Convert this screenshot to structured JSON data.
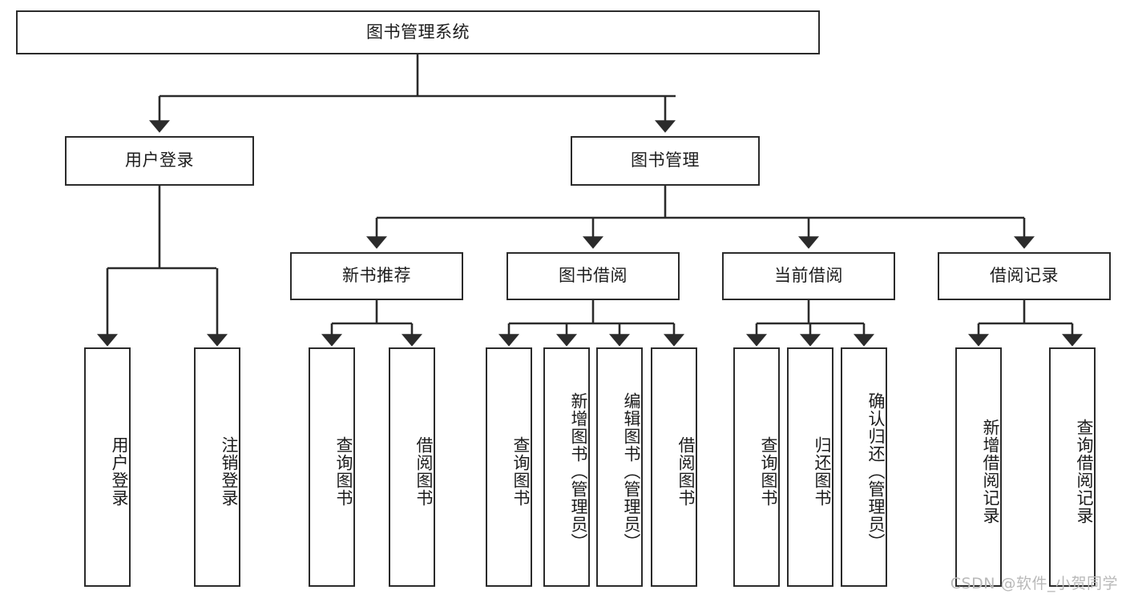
{
  "diagram": {
    "title": "图书管理系统",
    "type": "hierarchy-tree",
    "levels": 4,
    "line_color": "#2b2b2b",
    "box_fill": "#ffffff",
    "text_color": "#1c1c1c"
  },
  "root": {
    "label": "图书管理系统",
    "orientation": "horizontal"
  },
  "level2": [
    {
      "label": "用户登录",
      "orientation": "horizontal"
    },
    {
      "label": "图书管理",
      "orientation": "horizontal"
    }
  ],
  "level3": [
    {
      "label": "新书推荐",
      "orientation": "horizontal"
    },
    {
      "label": "图书借阅",
      "orientation": "horizontal"
    },
    {
      "label": "当前借阅",
      "orientation": "horizontal"
    },
    {
      "label": "借阅记录",
      "orientation": "horizontal"
    }
  ],
  "leaves": {
    "user_login": [
      {
        "label": "用户登录",
        "orientation": "vertical"
      },
      {
        "label": "注销登录",
        "orientation": "vertical"
      }
    ],
    "new_book_recommend": [
      {
        "label": "查询图书",
        "orientation": "vertical"
      },
      {
        "label": "借阅图书",
        "orientation": "vertical"
      }
    ],
    "book_borrow": [
      {
        "label": "查询图书",
        "orientation": "vertical"
      },
      {
        "label": "新增图书（管理员）",
        "orientation": "vertical"
      },
      {
        "label": "编辑图书（管理员）",
        "orientation": "vertical"
      },
      {
        "label": "借阅图书",
        "orientation": "vertical"
      }
    ],
    "current_borrow": [
      {
        "label": "查询图书",
        "orientation": "vertical"
      },
      {
        "label": "归还图书",
        "orientation": "vertical"
      },
      {
        "label": "确认归还（管理员）",
        "orientation": "vertical"
      }
    ],
    "borrow_record": [
      {
        "label": "新增借阅记录",
        "orientation": "vertical"
      },
      {
        "label": "查询借阅记录",
        "orientation": "vertical"
      }
    ]
  },
  "watermark": {
    "text": "CSDN @软件_小贺同学"
  }
}
